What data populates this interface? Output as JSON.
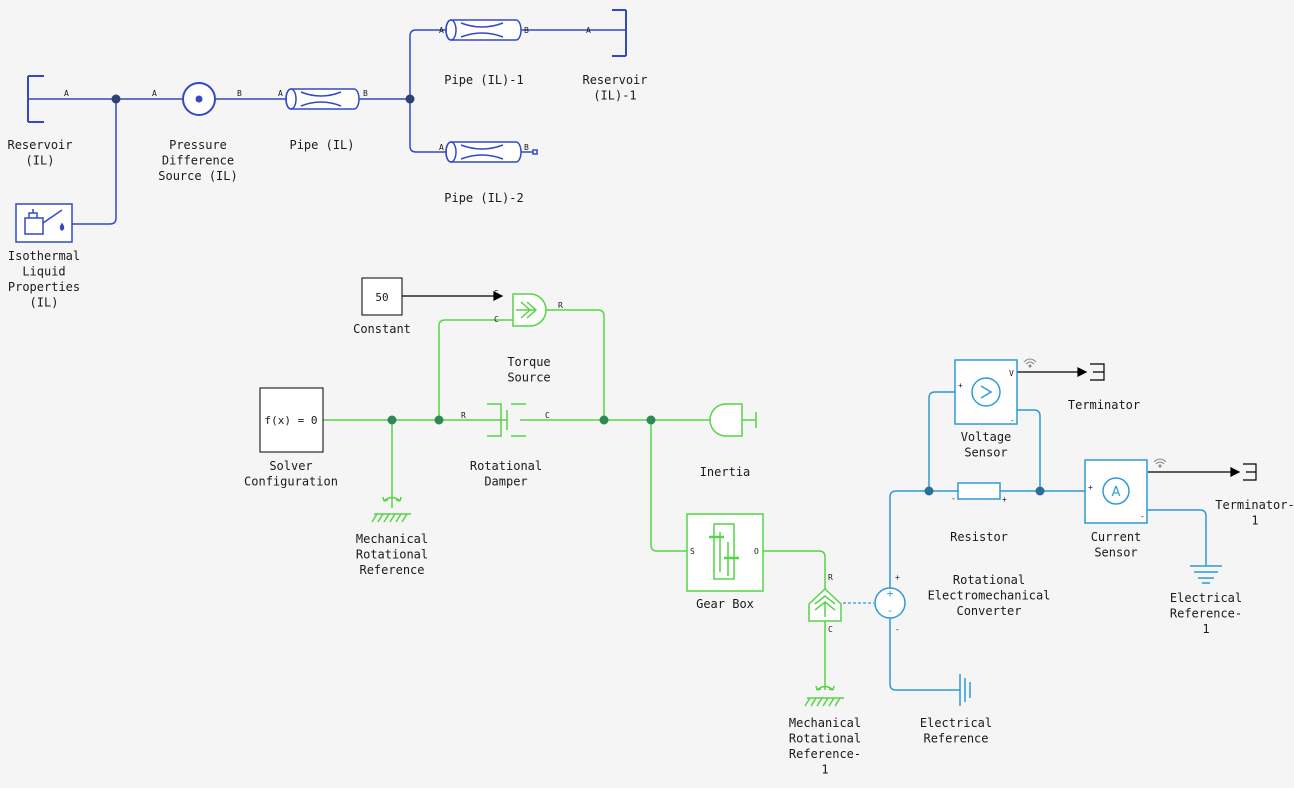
{
  "colors": {
    "background": "#f5f5f5",
    "isothermal_liquid": "#3349c4",
    "mechanical_rotational": "#56d448",
    "electrical": "#2e9ad6",
    "signal": "#000000"
  },
  "blocks": {
    "reservoir": {
      "label": [
        "Reservoir",
        "(IL)"
      ],
      "icon": "reservoir-icon"
    },
    "pressure_source": {
      "label": [
        "Pressure",
        "Difference",
        "Source (IL)"
      ],
      "icon": "pressure-source-icon"
    },
    "pipe": {
      "label": [
        "Pipe (IL)"
      ],
      "icon": "pipe-icon"
    },
    "pipe1": {
      "label": [
        "Pipe (IL)-1"
      ],
      "icon": "pipe-icon"
    },
    "pipe2": {
      "label": [
        "Pipe (IL)-2"
      ],
      "icon": "pipe-icon"
    },
    "reservoir1": {
      "label": [
        "Reservoir",
        "(IL)-1"
      ],
      "icon": "reservoir-icon"
    },
    "liquid_props": {
      "label": [
        "Isothermal",
        "Liquid",
        "Properties",
        "(IL)"
      ],
      "icon": "oil-can-icon"
    },
    "constant": {
      "label": [
        "Constant"
      ],
      "value": "50"
    },
    "torque_source": {
      "label": [
        "Torque",
        "Source"
      ],
      "icon": "torque-source-icon"
    },
    "solver": {
      "label": [
        "Solver",
        "Configuration"
      ],
      "value": "f(x) = 0"
    },
    "damper": {
      "label": [
        "Rotational",
        "Damper"
      ],
      "icon": "damper-icon"
    },
    "inertia": {
      "label": [
        "Inertia"
      ],
      "icon": "inertia-icon"
    },
    "mech_ref": {
      "label": [
        "Mechanical",
        "Rotational",
        "Reference"
      ],
      "icon": "ground-icon"
    },
    "gear_box": {
      "label": [
        "Gear Box"
      ],
      "icon": "gear-box-icon"
    },
    "mech_ref1": {
      "label": [
        "Mechanical",
        "Rotational",
        "Reference-",
        "1"
      ],
      "icon": "ground-icon"
    },
    "converter": {
      "label": [
        "Rotational",
        "Electromechanical",
        "Converter"
      ],
      "icon": "converter-icon"
    },
    "elec_ref": {
      "label": [
        "Electrical",
        "Reference"
      ],
      "icon": "electrical-ground-icon"
    },
    "voltage_sensor": {
      "label": [
        "Voltage",
        "Sensor"
      ],
      "icon": "voltmeter-icon"
    },
    "terminator": {
      "label": [
        "Terminator"
      ],
      "icon": "terminator-icon"
    },
    "resistor": {
      "label": [
        "Resistor"
      ],
      "icon": "resistor-icon"
    },
    "current_sensor": {
      "label": [
        "Current",
        "Sensor"
      ],
      "icon": "ammeter-icon",
      "symbol": "A"
    },
    "terminator1": {
      "label": [
        "Terminator-",
        "1"
      ],
      "icon": "terminator-icon"
    },
    "elec_ref1": {
      "label": [
        "Electrical",
        "Reference-",
        "1"
      ],
      "icon": "electrical-ground-icon"
    }
  },
  "ports": {
    "A": "A",
    "B": "B",
    "S": "S",
    "R": "R",
    "C": "C",
    "O": "O",
    "V": "V",
    "plus": "+",
    "minus": "-"
  }
}
